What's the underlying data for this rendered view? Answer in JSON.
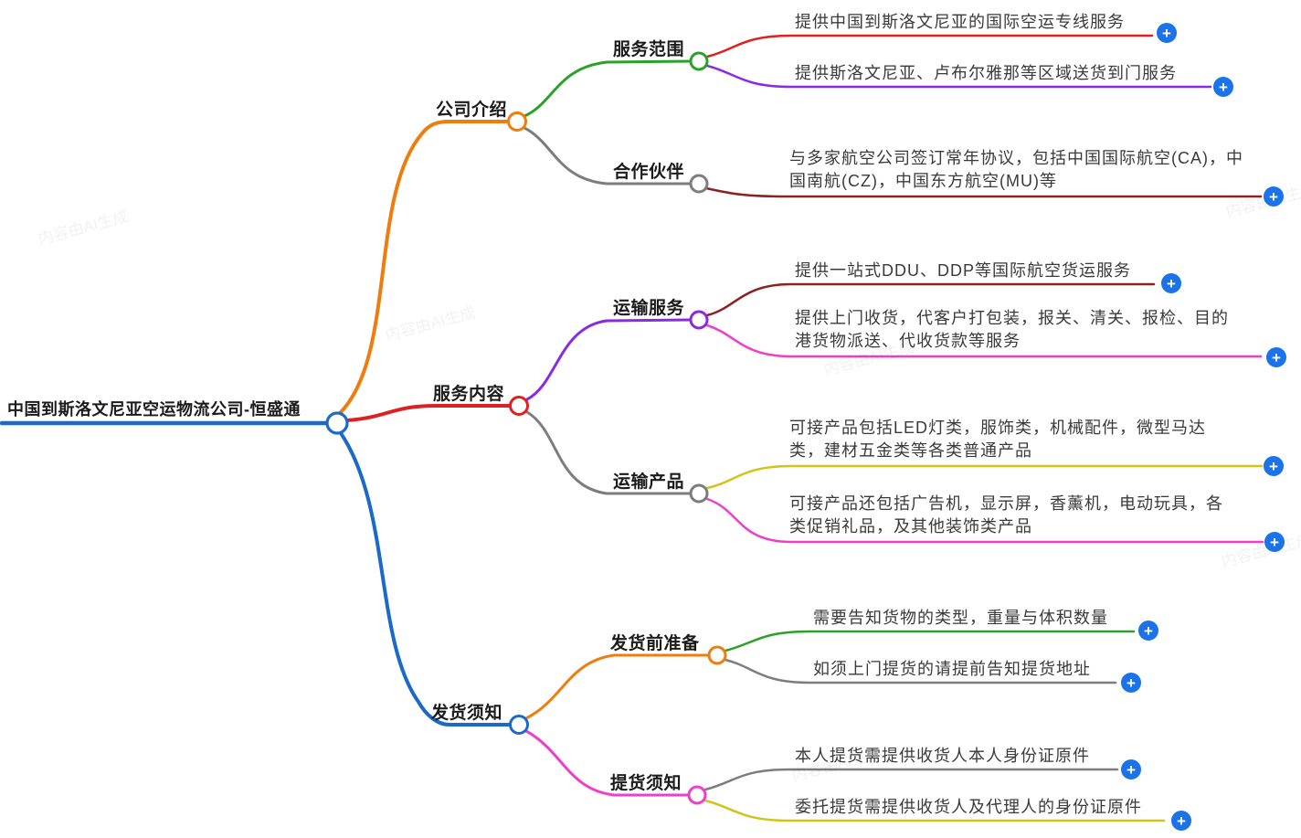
{
  "root": {
    "label": "中国到斯洛文尼亚空运物流公司-恒盛通"
  },
  "branches": [
    {
      "label": "公司介绍",
      "children": [
        {
          "label": "服务范围",
          "leaves": [
            {
              "text": "提供中国到斯洛文尼亚的国际空运专线服务"
            },
            {
              "text": "提供斯洛文尼亚、卢布尔雅那等区域送货到门服务"
            }
          ]
        },
        {
          "label": "合作伙伴",
          "leaves": [
            {
              "text": "与多家航空公司签订常年协议，包括中国国际航空(CA)，中国南航(CZ)，中国东方航空(MU)等"
            }
          ]
        }
      ]
    },
    {
      "label": "服务内容",
      "children": [
        {
          "label": "运输服务",
          "leaves": [
            {
              "text": "提供一站式DDU、DDP等国际航空货运服务"
            },
            {
              "text": "提供上门收货，代客户打包装，报关、清关、报检、目的港货物派送、代收货款等服务"
            }
          ]
        },
        {
          "label": "运输产品",
          "leaves": [
            {
              "text": "可接产品包括LED灯类，服饰类，机械配件，微型马达类，建材五金类等各类普通产品"
            },
            {
              "text": "可接产品还包括广告机，显示屏，香薰机，电动玩具，各类促销礼品，及其他装饰类产品"
            }
          ]
        }
      ]
    },
    {
      "label": "发货须知",
      "children": [
        {
          "label": "发货前准备",
          "leaves": [
            {
              "text": "需要告知货物的类型，重量与体积数量"
            },
            {
              "text": "如须上门提货的请提前告知提货地址"
            }
          ]
        },
        {
          "label": "提货须知",
          "leaves": [
            {
              "text": "本人提货需提供收货人本人身份证原件"
            },
            {
              "text": "委托提货需提供收货人及代理人的身份证原件"
            }
          ]
        }
      ]
    }
  ],
  "ui": {
    "plus": "+"
  },
  "watermark": {
    "text": "内容由AI生成"
  },
  "colors": {
    "root_blue": "#1b6ac9",
    "orange": "#ef7d0e",
    "red": "#e02020",
    "green": "#2aa22a",
    "purple": "#8a2be2",
    "gray": "#7d7d7d",
    "dark_red": "#8b2121",
    "pink": "#ef3fc8",
    "yellow": "#d0c516",
    "plus_blue": "#1a73e8"
  }
}
